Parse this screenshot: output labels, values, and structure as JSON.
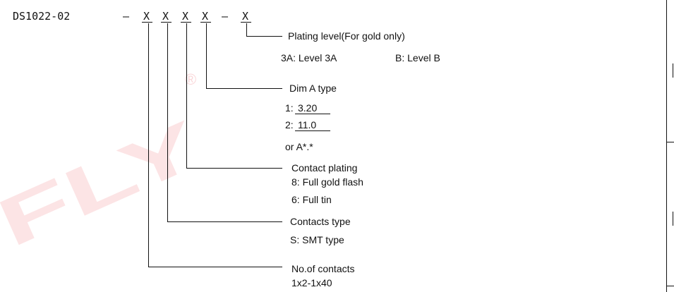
{
  "watermark": {
    "text": "FLY",
    "mark": "®",
    "color": "#e41e26"
  },
  "part_number": {
    "prefix": "DS1022-02",
    "dash1": "–",
    "field1": "X",
    "field2": "X",
    "field3": "X",
    "field4": "X",
    "dash2": "–",
    "field5": "X"
  },
  "plating_level": {
    "title": "Plating level(For gold only)",
    "options_a": "3A: Level 3A",
    "options_b": "B:  Level B"
  },
  "dim_a_type": {
    "title": "Dim A type",
    "opt1_key": "1:",
    "opt1_val": "3.20",
    "opt2_key": "2:",
    "opt2_val": "11.0",
    "other": "or  A*.*"
  },
  "contact_plating": {
    "title": "Contact plating",
    "opt1": "8: Full gold flash",
    "opt2": "6: Full tin"
  },
  "contacts_type": {
    "title": "Contacts type",
    "opt1": "S: SMT type"
  },
  "no_of_contacts": {
    "title": "No.of contacts",
    "range": "1x2-1x40"
  }
}
